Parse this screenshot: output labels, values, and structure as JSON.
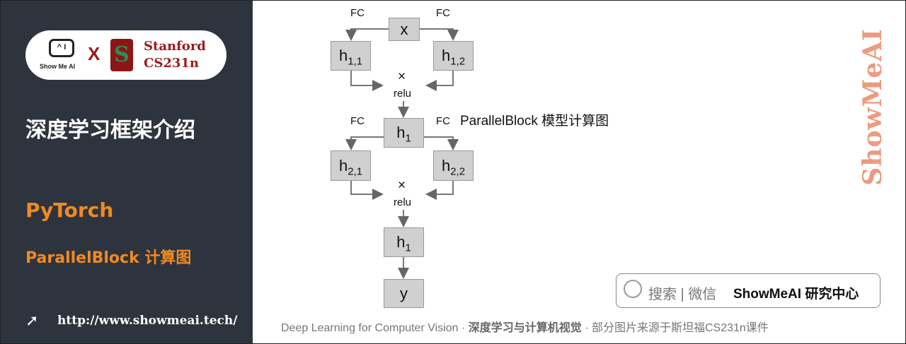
{
  "sidebar": {
    "logo": {
      "showme_text": "Show Me AI",
      "x": "X",
      "stanford_line1": "Stanford",
      "stanford_line2": "CS231n",
      "icon_text": "^ I"
    },
    "title": "深度学习框架介绍",
    "subtitle1": "PyTorch",
    "subtitle2": "ParallelBlock 计算图",
    "url": "http://www.showmeai.tech/"
  },
  "diagram": {
    "fc_labels": [
      "FC",
      "FC",
      "FC",
      "FC"
    ],
    "input": "x",
    "h11": {
      "base": "h",
      "sub": "1,1"
    },
    "h12": {
      "base": "h",
      "sub": "1,2"
    },
    "mult1": "×",
    "relu1": "relu",
    "h1a": {
      "base": "h",
      "sub": "1"
    },
    "h21": {
      "base": "h",
      "sub": "2,1"
    },
    "h22": {
      "base": "h",
      "sub": "2,2"
    },
    "mult2": "×",
    "relu2": "relu",
    "h1b": {
      "base": "h",
      "sub": "1"
    },
    "output": "y",
    "caption": "ParallelBlock  模型计算图"
  },
  "watermark": "ShowMeAI",
  "search": {
    "text": "搜索 | 微信",
    "brand": "ShowMeAI 研究中心"
  },
  "footer": {
    "en": "Deep Learning for Computer Vision",
    "sep": " · ",
    "cn": "深度学习与计算机视觉",
    "note": "部分图片来源于斯坦福CS231n课件"
  },
  "colors": {
    "sidebar_bg": "#2e343d",
    "accent": "#f08a24",
    "stanford": "#9b1c1c"
  }
}
